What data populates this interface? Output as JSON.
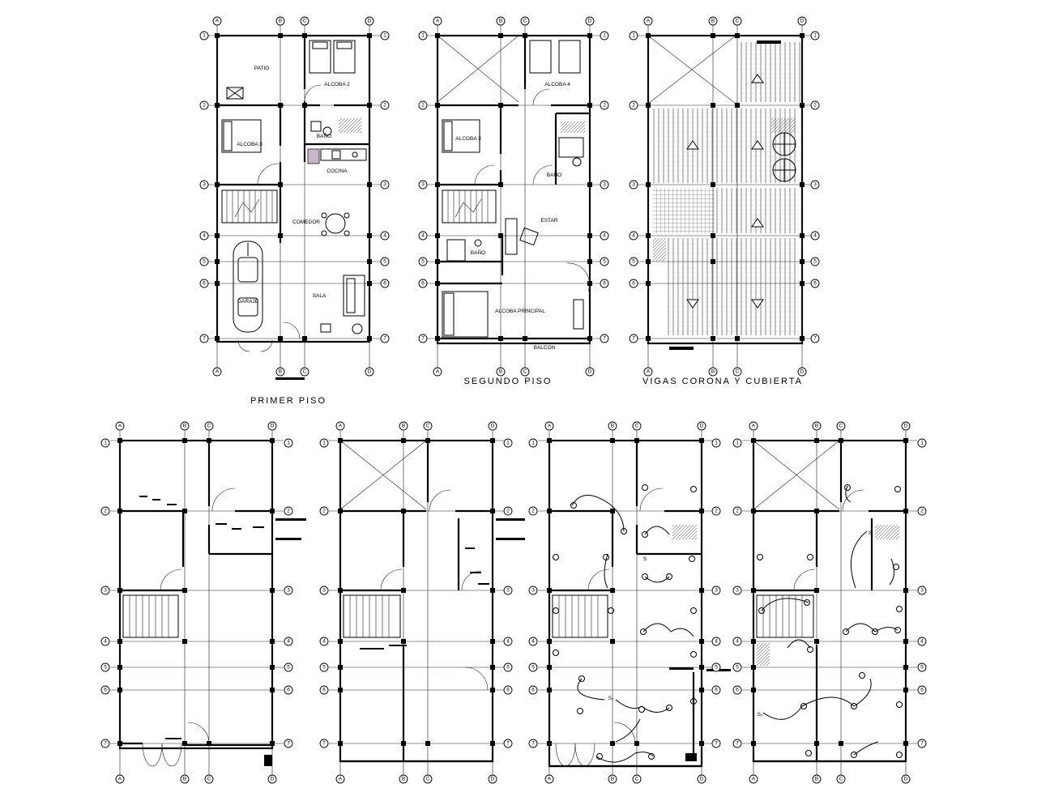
{
  "titles": {
    "primer_piso": "PRIMER PISO",
    "segundo_piso": "SEGUNDO PISO",
    "vigas": "VIGAS CORONA Y CUBIERTA"
  },
  "axes": {
    "cols": [
      "A",
      "B",
      "C",
      "D"
    ],
    "rows": [
      "1",
      "2",
      "3",
      "4",
      "5",
      "6",
      "7"
    ]
  },
  "rooms_first": {
    "patio": "PATIO",
    "alcoba2": "ALCOBA 2",
    "alcoba3": "ALCOBA 3",
    "bano": "BAÑO",
    "cocina": "COCINA",
    "comedor": "COMEDOR",
    "garaje": "GARAJE",
    "sala": "SALA"
  },
  "rooms_second": {
    "alcoba3": "ALCOBA 3",
    "alcoba4": "ALCOBA 4",
    "bano": "BAÑO",
    "estar": "ESTAR",
    "bano2": "BAÑO",
    "alcoba_principal": "ALCOBA PRINCIPAL",
    "balcon": "BALCON"
  },
  "symbols": {
    "switch_s": "S",
    "switch_s2": "S₂"
  }
}
